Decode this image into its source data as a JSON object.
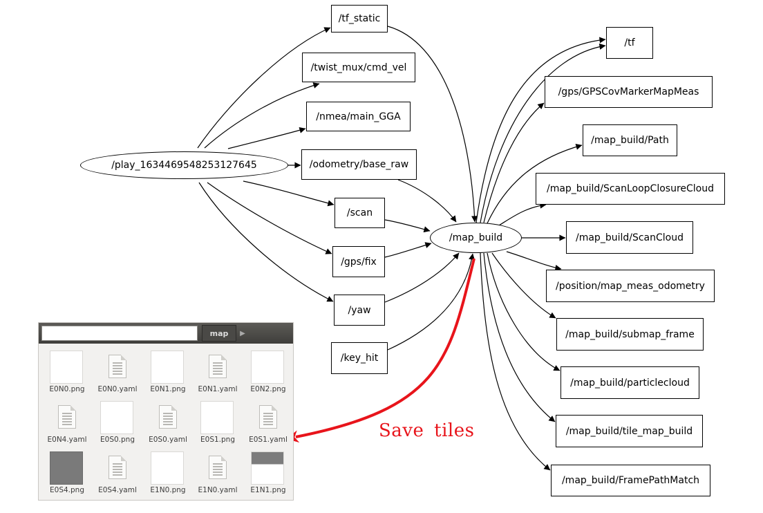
{
  "graph": {
    "source_node": "/play_1634469548253127645",
    "hub_node": "/map_build",
    "input_topics": [
      "/tf_static",
      "/twist_mux/cmd_vel",
      "/nmea/main_GGA",
      "/odometry/base_raw",
      "/scan",
      "/gps/fix",
      "/yaw",
      "/key_hit"
    ],
    "output_topics": [
      "/tf",
      "/gps/GPSCovMarkerMapMeas",
      "/map_build/Path",
      "/map_build/ScanLoopClosureCloud",
      "/map_build/ScanCloud",
      "/position/map_meas_odometry",
      "/map_build/submap_frame",
      "/map_build/particlecloud",
      "/map_build/tile_map_build",
      "/map_build/FramePathMatch"
    ]
  },
  "annotation": {
    "text": "Save tiles",
    "color": "#e8141b"
  },
  "file_browser": {
    "path_value": "",
    "breadcrumb": "map",
    "files": [
      {
        "name": "E0N0.png",
        "icon": "image-thumbnail-icon",
        "variant": "light"
      },
      {
        "name": "E0N0.yaml",
        "icon": "text-file-icon",
        "variant": "doc"
      },
      {
        "name": "E0N1.png",
        "icon": "image-thumbnail-icon",
        "variant": "light"
      },
      {
        "name": "E0N1.yaml",
        "icon": "text-file-icon",
        "variant": "doc"
      },
      {
        "name": "E0N2.png",
        "icon": "image-thumbnail-icon",
        "variant": "light"
      },
      {
        "name": "E0N4.yaml",
        "icon": "text-file-icon",
        "variant": "doc"
      },
      {
        "name": "E0S0.png",
        "icon": "image-thumbnail-icon",
        "variant": "light"
      },
      {
        "name": "E0S0.yaml",
        "icon": "text-file-icon",
        "variant": "doc"
      },
      {
        "name": "E0S1.png",
        "icon": "image-thumbnail-icon",
        "variant": "light"
      },
      {
        "name": "E0S1.yaml",
        "icon": "text-file-icon",
        "variant": "doc"
      },
      {
        "name": "E0S4.png",
        "icon": "image-thumbnail-icon",
        "variant": "dark"
      },
      {
        "name": "E0S4.yaml",
        "icon": "text-file-icon",
        "variant": "doc"
      },
      {
        "name": "E1N0.png",
        "icon": "image-thumbnail-icon",
        "variant": "light"
      },
      {
        "name": "E1N0.yaml",
        "icon": "text-file-icon",
        "variant": "doc"
      },
      {
        "name": "E1N1.png",
        "icon": "image-thumbnail-icon",
        "variant": "mixed"
      }
    ]
  }
}
